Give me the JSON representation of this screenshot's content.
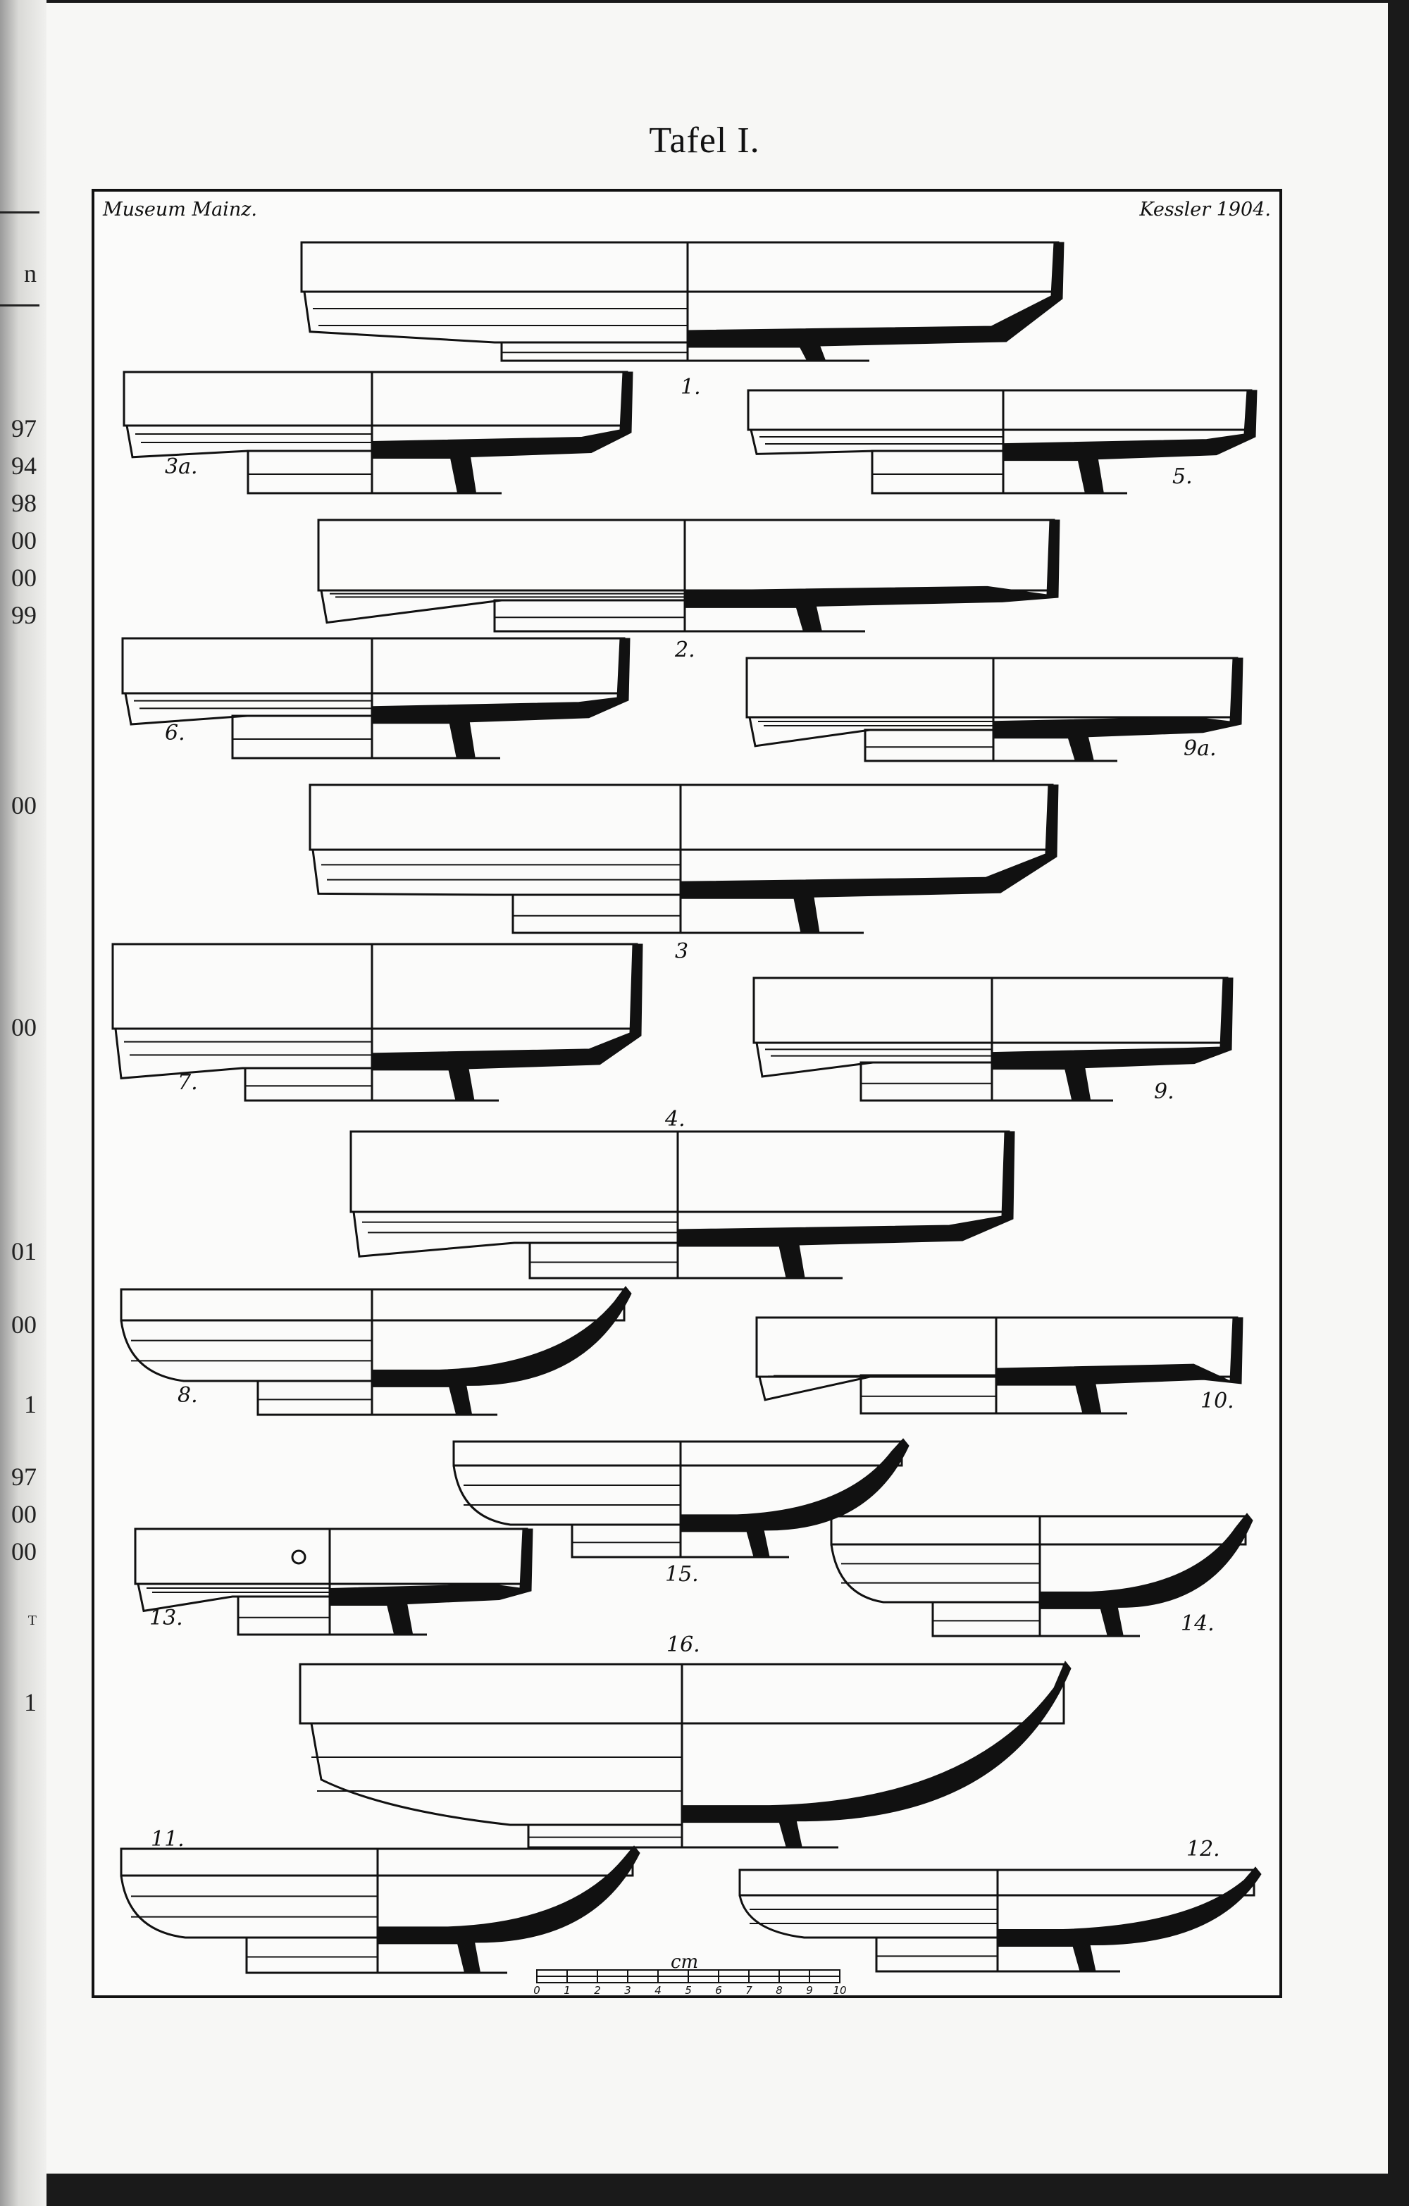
{
  "page": {
    "title": "Tafel I.",
    "signature_left": "Museum Mainz.",
    "signature_right": "Kessler 1904."
  },
  "left_margin_fragments": [
    "n",
    "97",
    "94",
    "98",
    "00",
    "00",
    "99",
    "00",
    "00",
    "01",
    "00",
    "1",
    "97",
    "00",
    "00",
    "T",
    "1"
  ],
  "figure_labels": [
    "1.",
    "3a.",
    "5.",
    "2.",
    "6.",
    "9a.",
    "3",
    "7.",
    "9.",
    "4.",
    "8.",
    "10.",
    "15.",
    "13.",
    "14.",
    "16.",
    "11.",
    "12."
  ],
  "scale_bar": {
    "unit": "cm",
    "ticks": [
      "0",
      "1",
      "2",
      "3",
      "4",
      "5",
      "6",
      "7",
      "8",
      "9",
      "10"
    ]
  },
  "colors": {
    "ink": "#111111",
    "paper": "#fbfbfa",
    "background": "#1a1a1a"
  }
}
